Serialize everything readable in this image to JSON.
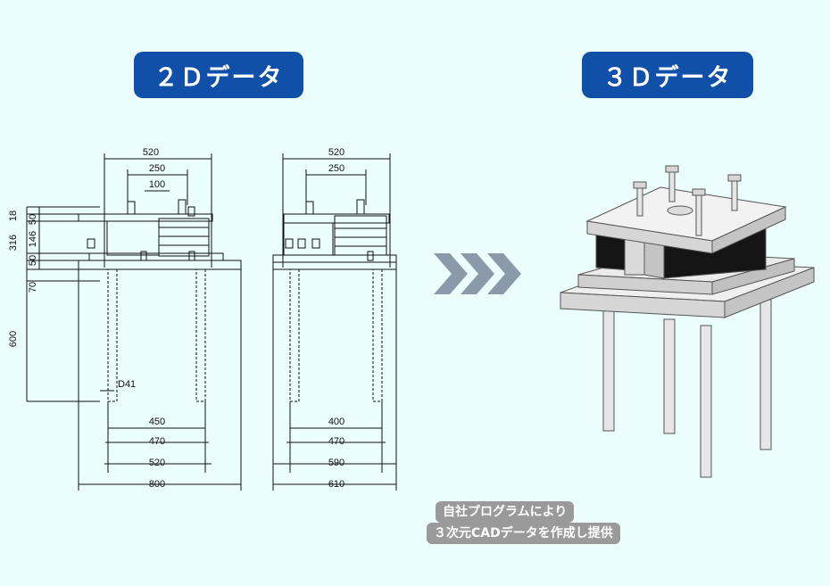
{
  "headings": {
    "left": "２Ｄデータ",
    "right": "３Ｄデータ"
  },
  "drawing_left": {
    "top": [
      "520",
      "250",
      "100"
    ],
    "side": [
      "18",
      "50",
      "316",
      "146",
      "50",
      "70",
      "600"
    ],
    "hole": "D41",
    "bottom": [
      "450",
      "470",
      "520",
      "800"
    ]
  },
  "drawing_right": {
    "top": [
      "520",
      "250"
    ],
    "bottom": [
      "400",
      "470",
      "590",
      "610"
    ]
  },
  "caption": {
    "line1": "自社プログラムにより",
    "line2": "３次元CADデータを作成し提供"
  },
  "colors": {
    "badge": "#1050a8",
    "background": "#ecfdfd",
    "arrow": "#8a9aa8"
  }
}
